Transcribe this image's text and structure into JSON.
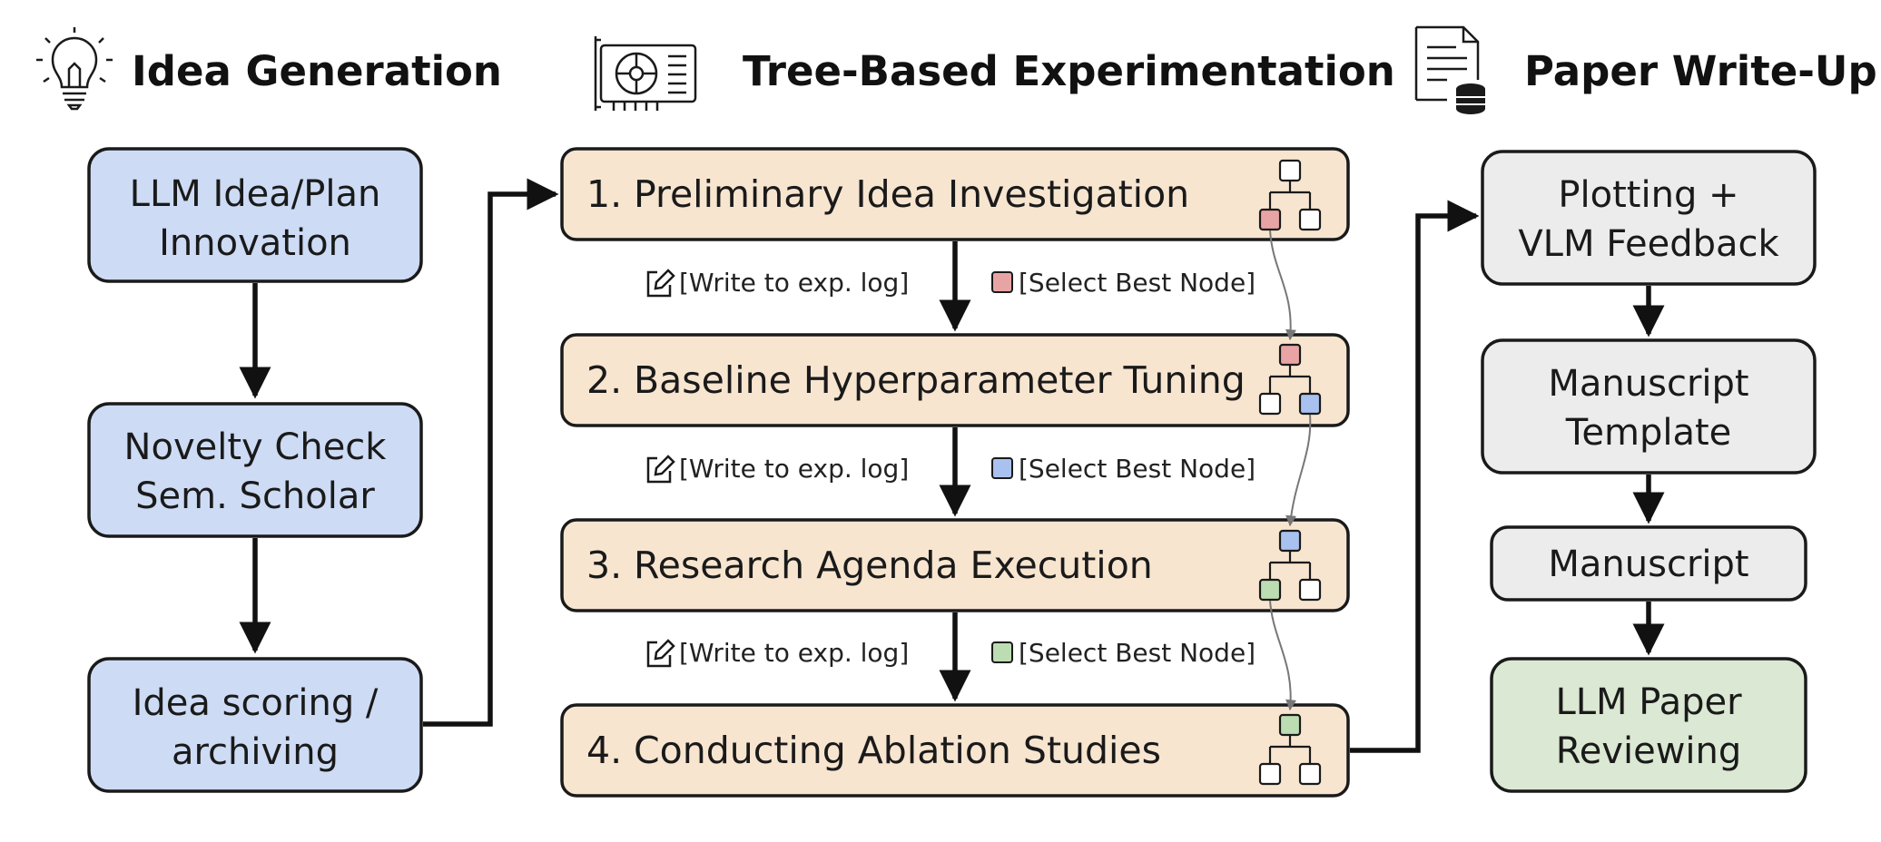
{
  "headers": {
    "idea_generation": "Idea Generation",
    "experimentation": "Tree-Based Experimentation",
    "writeup": "Paper Write-Up"
  },
  "left": {
    "b1_l1": "LLM Idea/Plan",
    "b1_l2": "Innovation",
    "b2_l1": "Novelty Check",
    "b2_l2": "Sem. Scholar",
    "b3_l1": "Idea scoring /",
    "b3_l2": "archiving"
  },
  "stages": [
    {
      "number": "1.",
      "label": "Preliminary Idea Investigation"
    },
    {
      "number": "2.",
      "label": "Baseline Hyperparameter Tuning"
    },
    {
      "number": "3.",
      "label": "Research Agenda Execution"
    },
    {
      "number": "4.",
      "label": "Conducting Ablation Studies"
    }
  ],
  "annotations": {
    "write_log": "[Write to exp. log]",
    "select_best": "[Select Best Node]"
  },
  "right": {
    "b1_l1": "Plotting +",
    "b1_l2": "VLM Feedback",
    "b2_l1": "Manuscript",
    "b2_l2": "Template",
    "b3": "Manuscript",
    "b4_l1": "LLM Paper",
    "b4_l2": "Reviewing"
  },
  "colors": {
    "blue_box": "#cddbf5",
    "peach_box": "#f7e5d0",
    "grey_box": "#ececec",
    "green_box": "#dbe8d3",
    "node_red": "#e8a4a4",
    "node_blue": "#a9c1ee",
    "node_green": "#bcdcb2"
  },
  "icons": {
    "idea": "lightbulb-icon",
    "experimentation": "gpu-card-icon",
    "writeup": "document-database-icon",
    "log": "pencil-edit-icon",
    "tree": "tree-hierarchy-icon"
  }
}
